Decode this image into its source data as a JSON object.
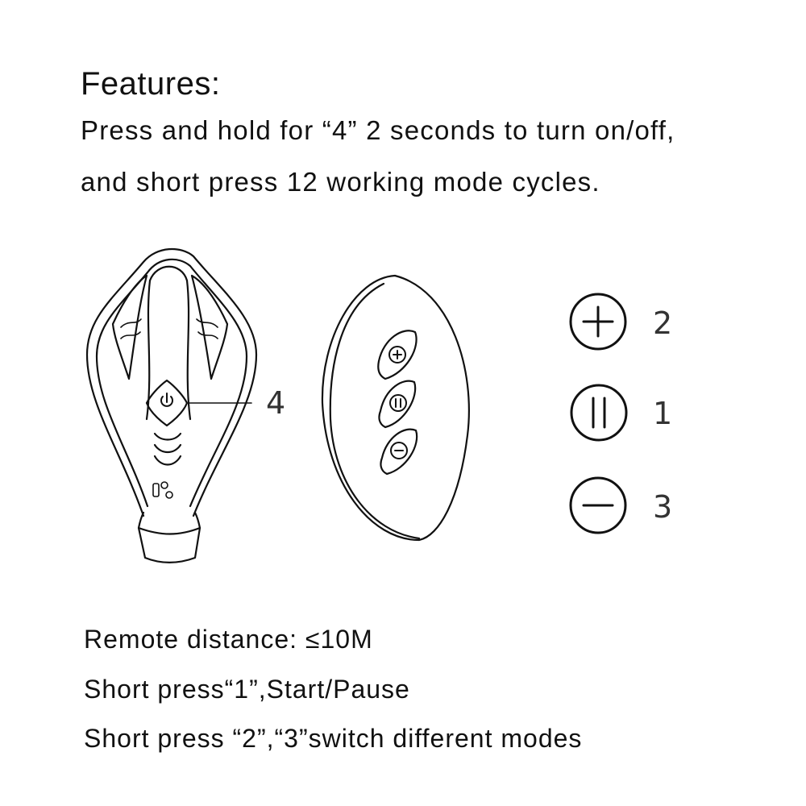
{
  "heading": "Features:",
  "description": {
    "line1": "Press and hold for “4” 2 seconds to turn on/off,",
    "line2": "and short press 12 working mode cycles."
  },
  "device": {
    "callout_number": "4",
    "power_icon": "power-icon"
  },
  "remote": {
    "buttons": [
      {
        "icon": "plus-icon",
        "number": "2"
      },
      {
        "icon": "pause-icon",
        "number": "1"
      },
      {
        "icon": "minus-icon",
        "number": "3"
      }
    ]
  },
  "footer": {
    "line1": "Remote distance: ≤10M",
    "line2": "Short press“1”,Start/Pause",
    "line3": "Short press “2”,“3”switch different modes"
  },
  "colors": {
    "ink": "#111111",
    "background": "#ffffff"
  }
}
